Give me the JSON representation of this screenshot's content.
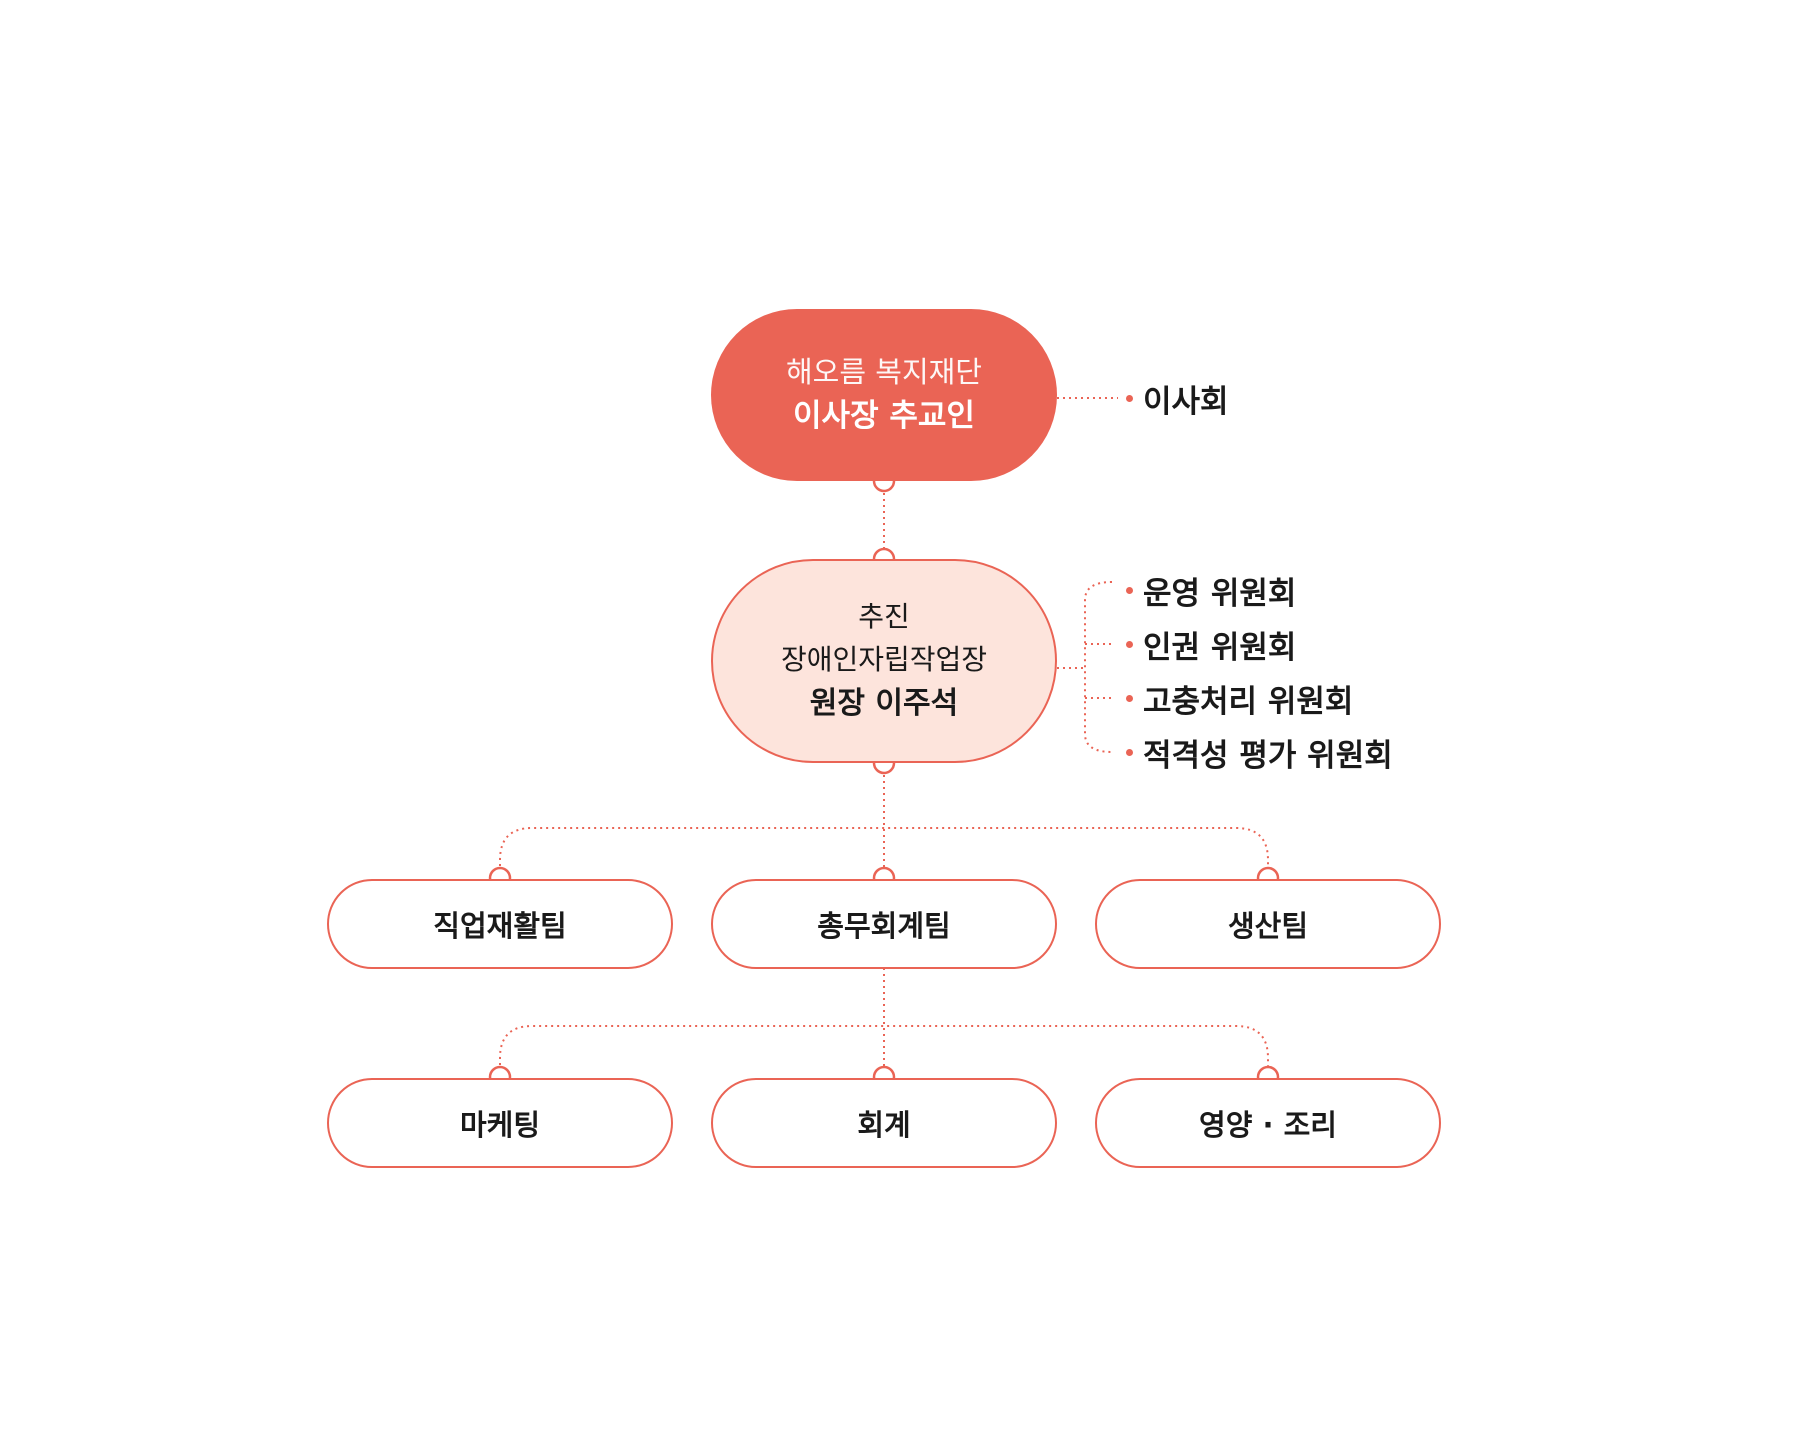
{
  "colors": {
    "accent": "#ea6455",
    "light_fill": "#fde4dc",
    "text": "#1a1a1a"
  },
  "top": {
    "org": "해오름 복지재단",
    "title": "이사장 추교인"
  },
  "top_side": {
    "label": "이사회"
  },
  "middle": {
    "line1": "추진",
    "line2": "장애인자립작업장",
    "title": "원장 이주석"
  },
  "committees": [
    "운영 위원회",
    "인권 위원회",
    "고충처리 위원회",
    "적격성 평가 위원회"
  ],
  "teams": [
    "직업재활팀",
    "총무회계팀",
    "생산팀"
  ],
  "sub_teams": [
    "마케팅",
    "회계",
    "영양 · 조리"
  ]
}
